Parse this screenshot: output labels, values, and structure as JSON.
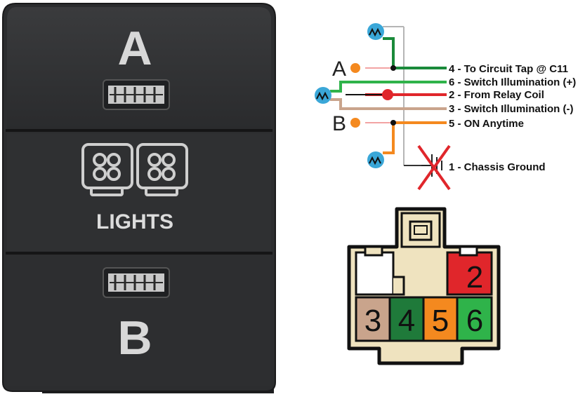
{
  "switch": {
    "top_letter": "A",
    "bottom_letter": "B",
    "legend": "LIGHTS"
  },
  "wiring": {
    "terminal_a": "A",
    "terminal_b": "B",
    "pins": [
      {
        "label": "4 - To Circuit Tap @ C11",
        "color": "#1a8a3a"
      },
      {
        "label": "6 - Switch Illumination (+)",
        "color": "#2fb34a"
      },
      {
        "label": "2 -  From Relay Coil",
        "color": "#e0262b"
      },
      {
        "label": "3 - Switch Illumination (-)",
        "color": "#c9a48c"
      },
      {
        "label": "5 -  ON Anytime",
        "color": "#f4891f"
      },
      {
        "label": "1 - Chassis Ground",
        "color": "#444444"
      }
    ]
  },
  "connector": {
    "cells": [
      {
        "num": "2",
        "color": "#e0262b"
      },
      {
        "num": "3",
        "color": "#c9a48c"
      },
      {
        "num": "4",
        "color": "#1f7a3a"
      },
      {
        "num": "5",
        "color": "#f4891f"
      },
      {
        "num": "6",
        "color": "#2fb34a"
      }
    ]
  },
  "colors": {
    "switch_body": "#2e2f31",
    "connector_shell": "#efe3bf",
    "led_blue": "#3aa7d8",
    "dot_orange": "#f4891f"
  }
}
